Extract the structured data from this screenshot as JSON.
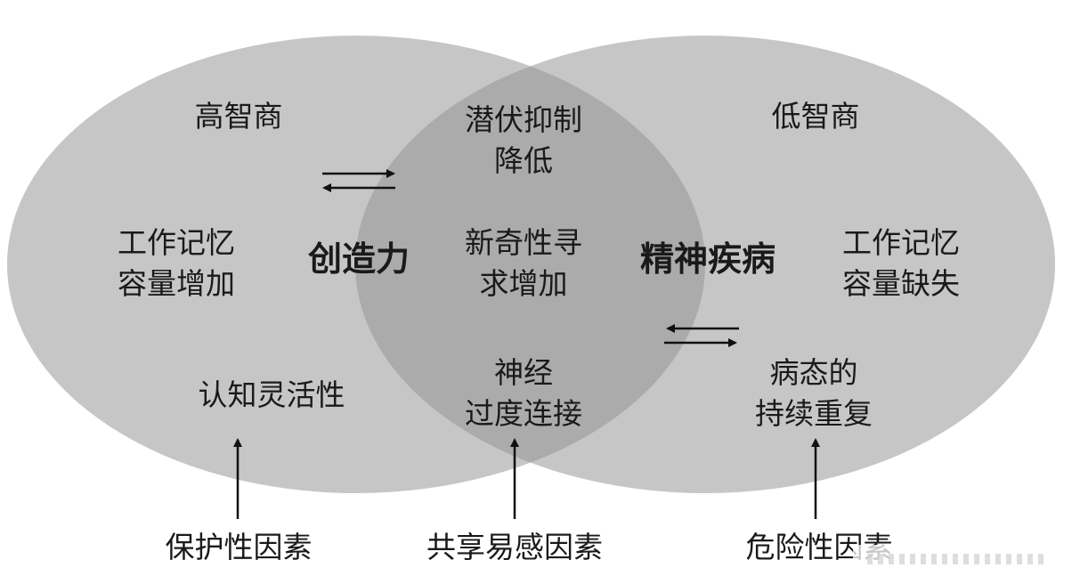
{
  "left_circle": {
    "top_label": "高智商",
    "middle_label_lines": [
      "工作记忆",
      "容量增加"
    ],
    "bottom_label": "认知灵活性",
    "emphasis_label": "创造力"
  },
  "right_circle": {
    "top_label": "低智商",
    "middle_label_lines": [
      "工作记忆",
      "容量缺失"
    ],
    "bottom_label_lines": [
      "病态的",
      "持续重复"
    ],
    "emphasis_label": "精神疾病"
  },
  "overlap": {
    "top_label_lines": [
      "潜伏抑制",
      "降低"
    ],
    "middle_label_lines": [
      "新奇性寻",
      "求增加"
    ],
    "bottom_label_lines": [
      "神经",
      "过度连接"
    ]
  },
  "factors": {
    "left": "保护性因素",
    "center": "共享易感因素",
    "right": "危险性因素"
  },
  "colors": {
    "circle_fill": "#c4c4c4",
    "overlap_fill": "#a9a9a9",
    "text": "#1a1a1a"
  }
}
